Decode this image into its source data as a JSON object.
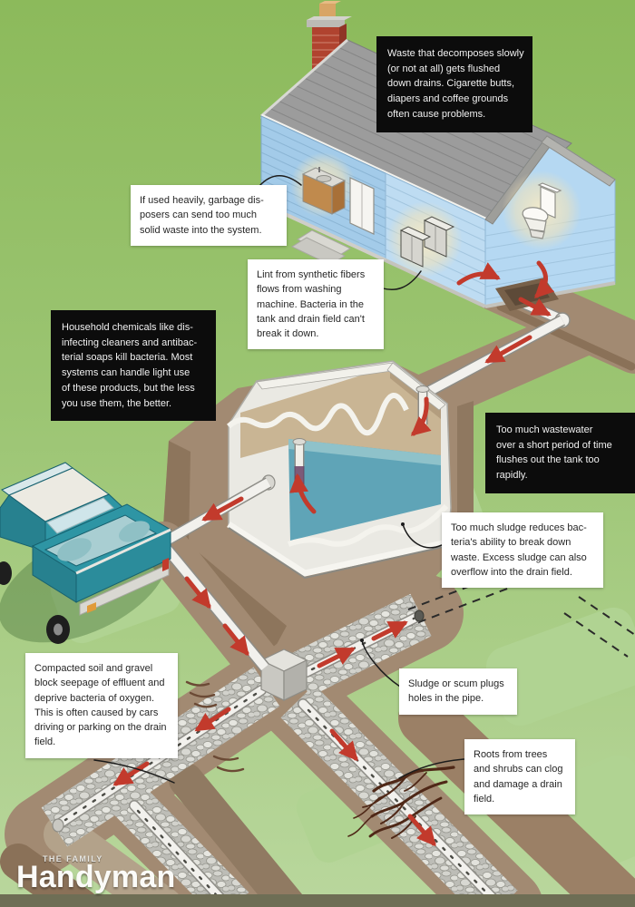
{
  "palette": {
    "grass_top": "#8cba5b",
    "grass_bottom": "#b9d79d",
    "grass_patch": "#b0d392",
    "soil": "#a28a72",
    "soil_dark": "#8a7158",
    "gravel": "#c2c2bc",
    "pipe_white": "#f2f1ed",
    "arrow_red": "#c23a2c",
    "house_siding_blue": "#a3cbe9",
    "roof_gray": "#9c9c9c",
    "truck_teal": "#2e95a4",
    "tank_water_blue": "#5fa4b7",
    "glow_cream": "#f6e8c4",
    "callout_dark_bg": "#0c0c0c",
    "callout_light_bg": "#ffffff"
  },
  "callouts": {
    "waste_decomposes": {
      "style": "dark",
      "text": "Waste that decomposes slowly\n(or not at all) gets flushed\ndown drains. Cigarette butts,\ndiapers and coffee grounds\noften cause problems."
    },
    "garbage_disposers": {
      "style": "light",
      "text": "If used heavily, garbage dis-\nposers can send too much\nsolid waste into the system."
    },
    "lint_synthetic": {
      "style": "light",
      "text": "Lint from synthetic fibers\nflows from washing\nmachine. Bacteria in the\ntank and drain field can't\nbreak it down."
    },
    "household_chemicals": {
      "style": "dark",
      "text": "Household chemicals like dis-\ninfecting cleaners and antibac-\nterial soaps kill bacteria. Most\nsystems can handle light use\nof these products, but the less\nyou use them, the better."
    },
    "too_much_wastewater": {
      "style": "dark",
      "text": "Too much wastewater\nover a short period of time\nflushes out the tank too\nrapidly."
    },
    "too_much_sludge": {
      "style": "light",
      "text": "Too much sludge reduces bac-\nteria's ability to break down\nwaste. Excess sludge can also\noverflow into the drain field."
    },
    "compacted_soil": {
      "style": "light",
      "text": "Compacted soil and gravel\nblock seepage of effluent and\ndeprive bacteria of oxygen.\nThis is often caused by cars\ndriving or parking on the drain\nfield."
    },
    "sludge_scum": {
      "style": "light",
      "text": "Sludge or scum plugs\nholes in the pipe."
    },
    "roots_trees": {
      "style": "light",
      "text": "Roots from trees\nand shrubs can clog\nand damage a drain\nfield."
    }
  },
  "logo": {
    "brand_small": "THE FAMILY",
    "brand_large": "Handyman"
  },
  "scene_elements": [
    "house",
    "chimney",
    "kitchen-sink",
    "garbage-disposer",
    "washing-machines",
    "toilet",
    "sewer-pipe",
    "septic-tank",
    "inlet-baffle",
    "outlet-baffle",
    "distribution-box",
    "gravel-drain-trenches",
    "perforated-pipes",
    "pickup-truck",
    "tree-roots",
    "flow-arrows",
    "compaction-marks"
  ]
}
